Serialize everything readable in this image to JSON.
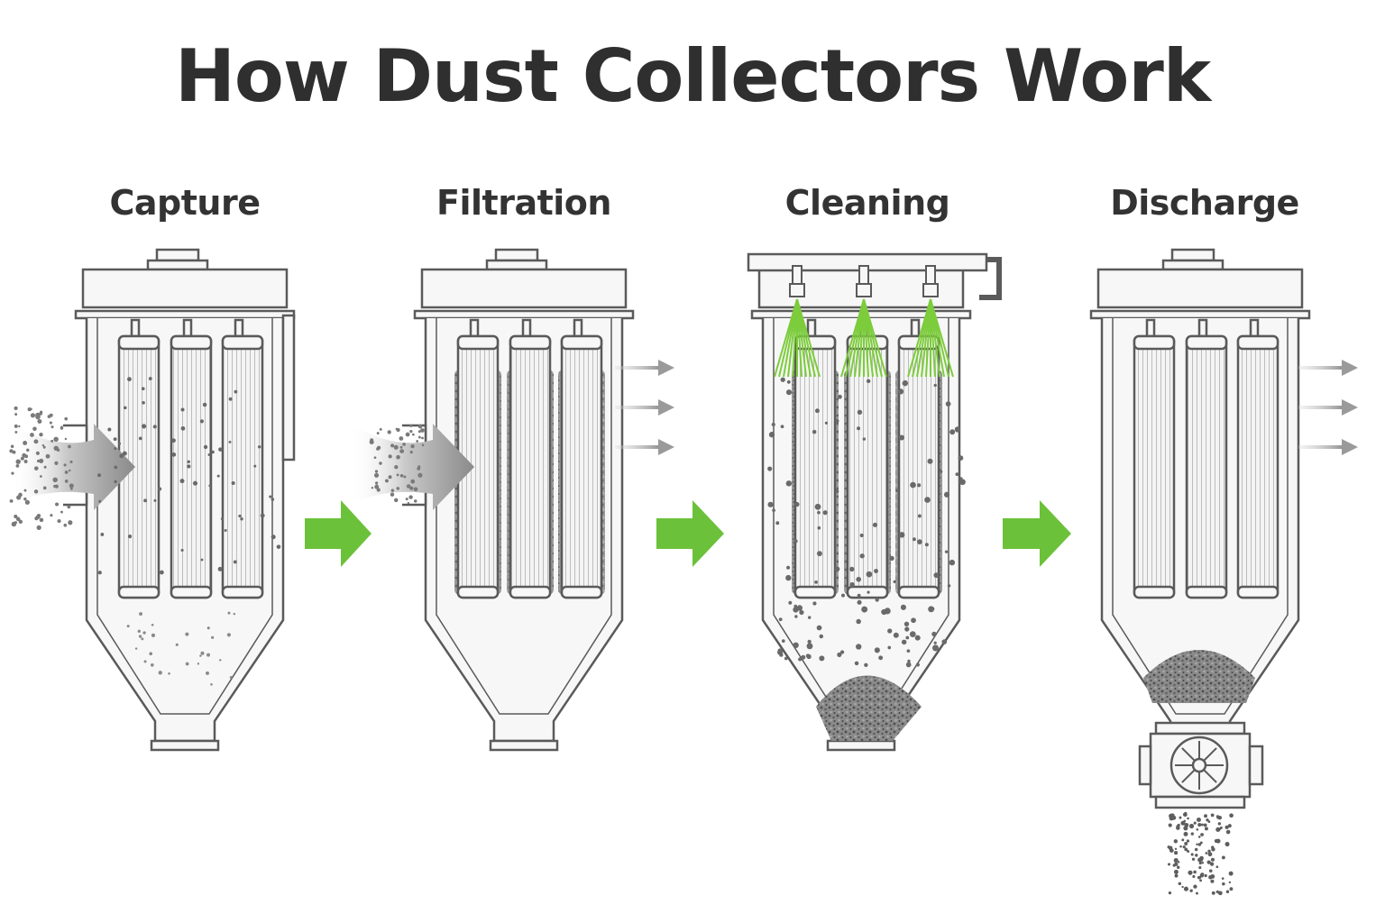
{
  "title": "How Dust Collectors Work",
  "stages": [
    {
      "label": "Capture"
    },
    {
      "label": "Filtration"
    },
    {
      "label": "Cleaning"
    },
    {
      "label": "Discharge"
    }
  ],
  "colors": {
    "title": "#2f2f2f",
    "outline": "#5a5a5a",
    "body_fill": "#f7f7f7",
    "dust": "#6a6a6a",
    "accent": "#6cc13a",
    "spray": "#7ccc3c",
    "airflow": "#9a9a9a"
  },
  "icons": [
    "stage-arrow-icon",
    "compressed-air-spray-icon",
    "clean-air-outlet-icon",
    "rotary-valve-icon"
  ]
}
